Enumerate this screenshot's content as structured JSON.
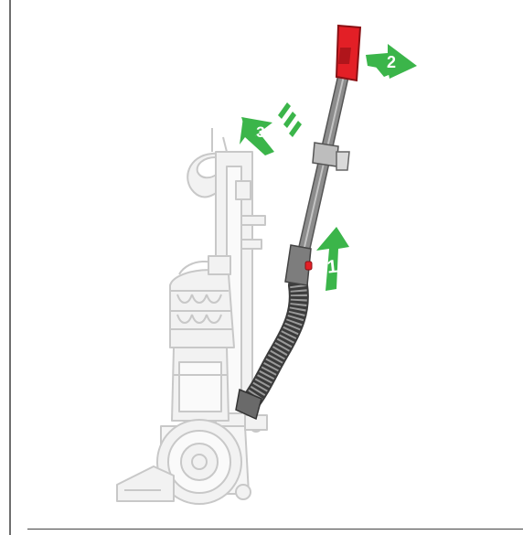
{
  "steps": [
    {
      "number": "1",
      "action": "push-up"
    },
    {
      "number": "2",
      "action": "push-in"
    },
    {
      "number": "3",
      "action": "swipe-toward-machine"
    }
  ],
  "colors": {
    "arrow_green": "#3bb54a",
    "tool_red": "#e31f26",
    "wand_gray": "#8c8c8c",
    "hose_dark": "#555555",
    "machine_outline": "#c8c8c8"
  },
  "icons": {
    "vacuum": "upright-vacuum-icon",
    "wand": "wand-handle-icon",
    "hose": "flexible-hose-icon"
  }
}
